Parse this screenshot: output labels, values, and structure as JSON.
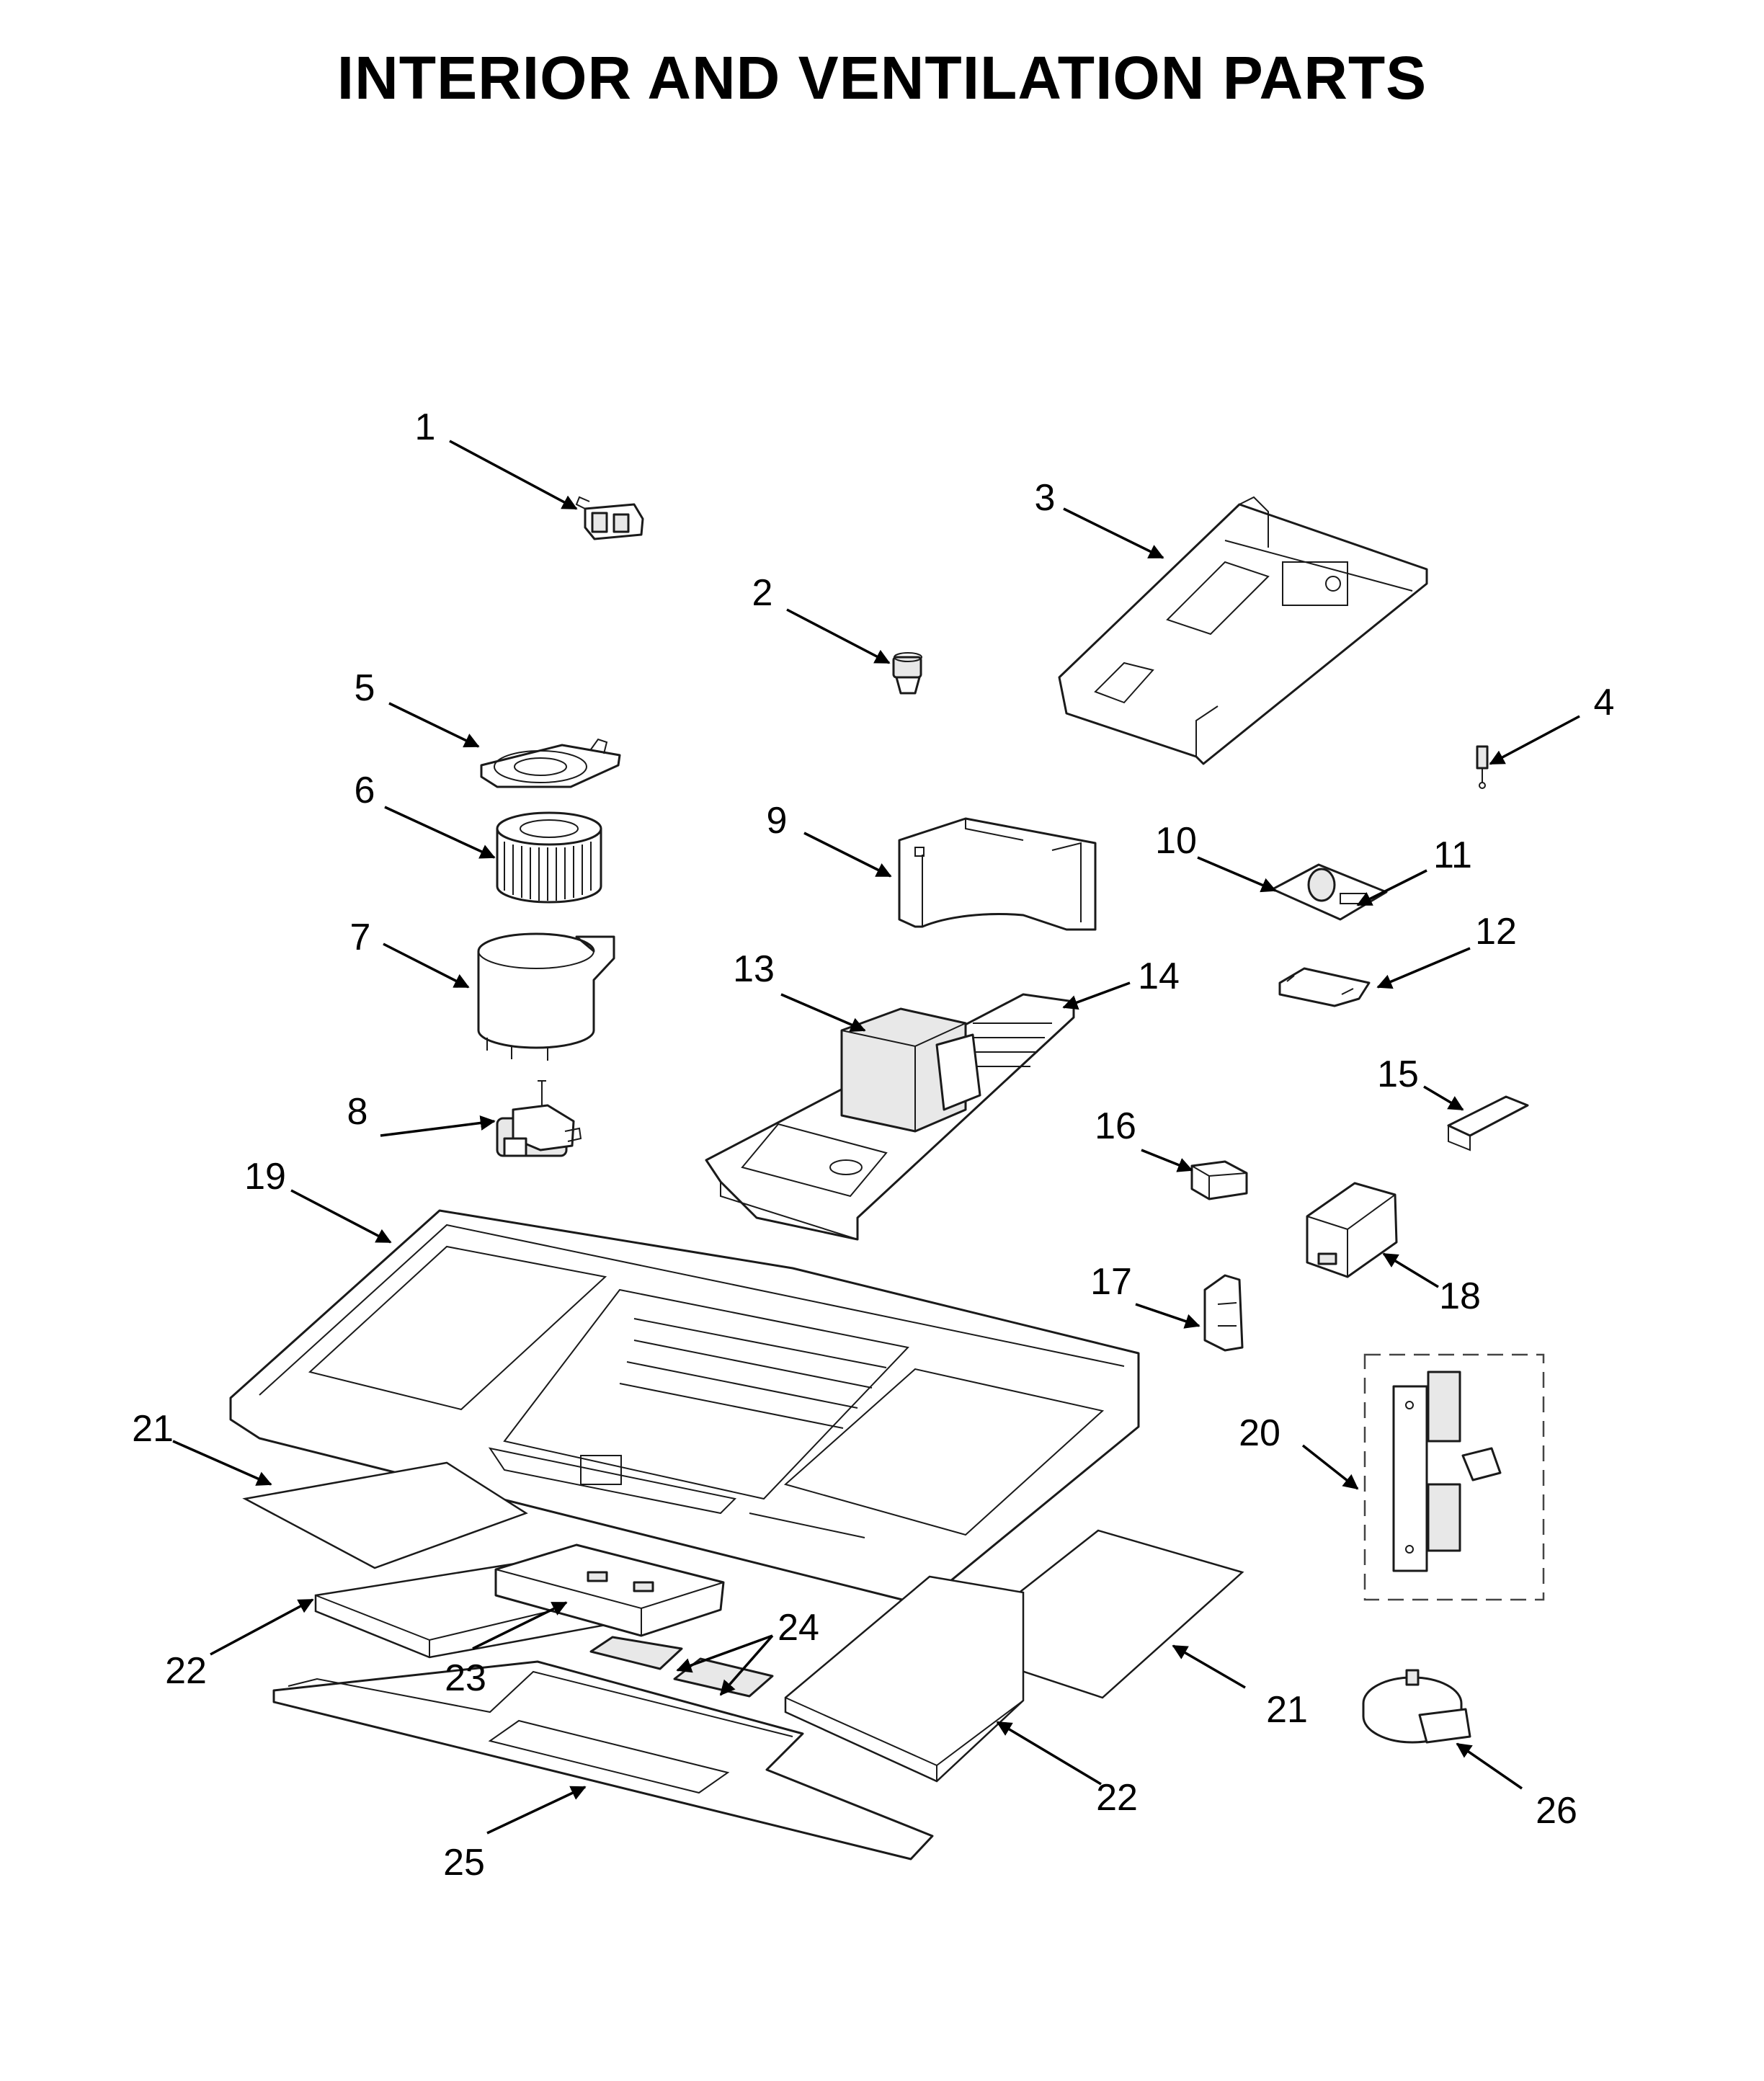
{
  "title": "INTERIOR AND VENTILATION PARTS",
  "callouts": [
    "1",
    "2",
    "3",
    "4",
    "5",
    "6",
    "7",
    "8",
    "9",
    "10",
    "11",
    "12",
    "13",
    "14",
    "15",
    "16",
    "17",
    "18",
    "19",
    "20",
    "21",
    "21",
    "22",
    "22",
    "23",
    "24",
    "25",
    "26"
  ]
}
